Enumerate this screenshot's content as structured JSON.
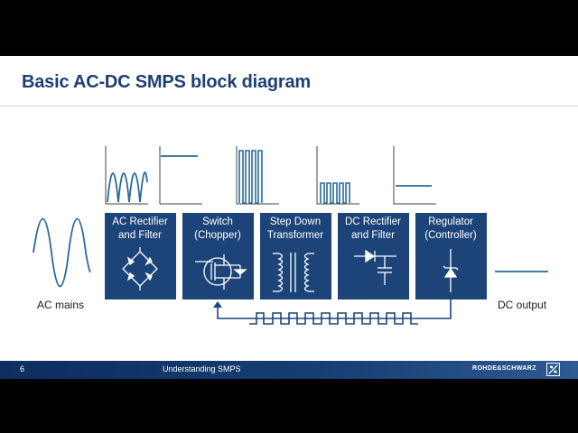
{
  "slide": {
    "title": "Basic AC-DC SMPS block diagram",
    "footer": {
      "page_number": "6",
      "text": "Understanding SMPS",
      "brand": "ROHDE&SCHWARZ"
    }
  },
  "diagram": {
    "input_label": "AC mains",
    "output_label": "DC output",
    "blocks": [
      {
        "line1": "AC Rectifier",
        "line2": "and Filter",
        "icon": "bridge-rectifier-icon",
        "waveform": "rectified-sine"
      },
      {
        "line1": "Switch",
        "line2": "(Chopper)",
        "icon": "mosfet-icon",
        "waveform": "dc-level-high"
      },
      {
        "line1": "Step Down",
        "line2": "Transformer",
        "icon": "transformer-icon",
        "waveform": "pulses-tall"
      },
      {
        "line1": "DC Rectifier",
        "line2": "and Filter",
        "icon": "diode-capacitor-icon",
        "waveform": "pulses-short"
      },
      {
        "line1": "Regulator",
        "line2": "(Controller)",
        "icon": "zener-diode-icon",
        "waveform": "dc-level-low"
      }
    ],
    "colors": {
      "block": "#1c4479",
      "title": "#1d3f72",
      "signal": "#2a6a9a",
      "axes": "#444444"
    }
  }
}
